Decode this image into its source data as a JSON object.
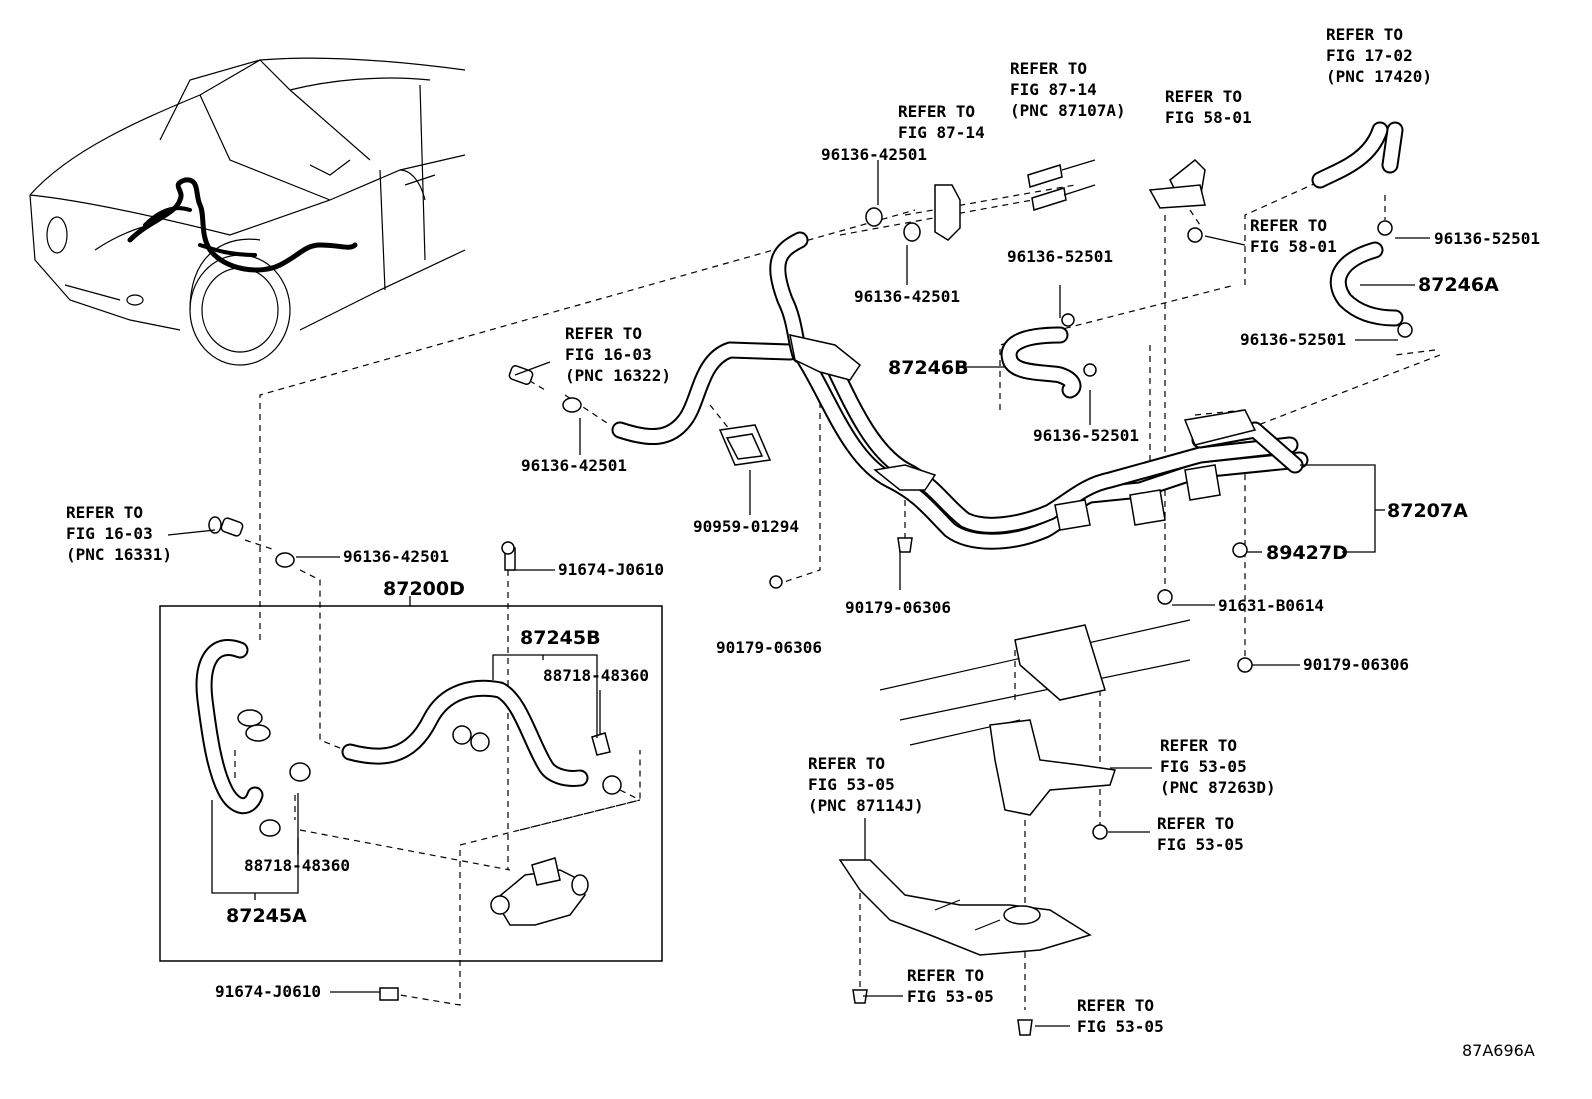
{
  "labels": {
    "refer_fig_16_03_pnc_16322": [
      "REFER TO",
      "FIG 16-03",
      "(PNC 16322)"
    ],
    "refer_fig_16_03_pnc_16331": [
      "REFER TO",
      "FIG 16-03",
      "(PNC 16331)"
    ],
    "refer_fig_87_14_a": [
      "REFER TO",
      "FIG 87-14"
    ],
    "refer_fig_87_14_pnc_87107a": [
      "REFER TO",
      "FIG 87-14",
      "(PNC 87107A)"
    ],
    "refer_fig_58_01_top": [
      "REFER TO",
      "FIG 58-01"
    ],
    "refer_fig_58_01_right": [
      "REFER TO",
      "FIG 58-01"
    ],
    "refer_fig_17_02_pnc_17420": [
      "REFER TO",
      "FIG 17-02",
      "(PNC 17420)"
    ],
    "refer_fig_53_05_pnc_87114j": [
      "REFER TO",
      "FIG 53-05",
      "(PNC 87114J)"
    ],
    "refer_fig_53_05_pnc_87263d": [
      "REFER TO",
      "FIG 53-05",
      "(PNC 87263D)"
    ],
    "refer_fig_53_05_nut": [
      "REFER TO",
      "FIG 53-05"
    ],
    "refer_fig_53_05_bolt_left": [
      "REFER TO",
      "FIG 53-05"
    ],
    "refer_fig_53_05_bolt_right": [
      "REFER TO",
      "FIG 53-05"
    ]
  },
  "parts": {
    "p_96136_42501_top_a": "96136-42501",
    "p_96136_42501_top_b": "96136-42501",
    "p_96136_42501_mid": "96136-42501",
    "p_96136_42501_left": "96136-42501",
    "p_96136_52501_a": "96136-52501",
    "p_96136_52501_b": "96136-52501",
    "p_96136_52501_right_top": "96136-52501",
    "p_96136_52501_right_bottom": "96136-52501",
    "p_87246a": "87246A",
    "p_87246b": "87246B",
    "p_87207a": "87207A",
    "p_89427d": "89427D",
    "p_90959_01294": "90959-01294",
    "p_90179_06306_a": "90179-06306",
    "p_90179_06306_b": "90179-06306",
    "p_90179_06306_c": "90179-06306",
    "p_91631_b0614": "91631-B0614",
    "p_91674_j0610_a": "91674-J0610",
    "p_91674_j0610_b": "91674-J0610",
    "p_87200d": "87200D",
    "p_87245b": "87245B",
    "p_87245a": "87245A",
    "p_88718_48360_a": "88718-48360",
    "p_88718_48360_b": "88718-48360"
  },
  "diagram_code": "87A696A"
}
